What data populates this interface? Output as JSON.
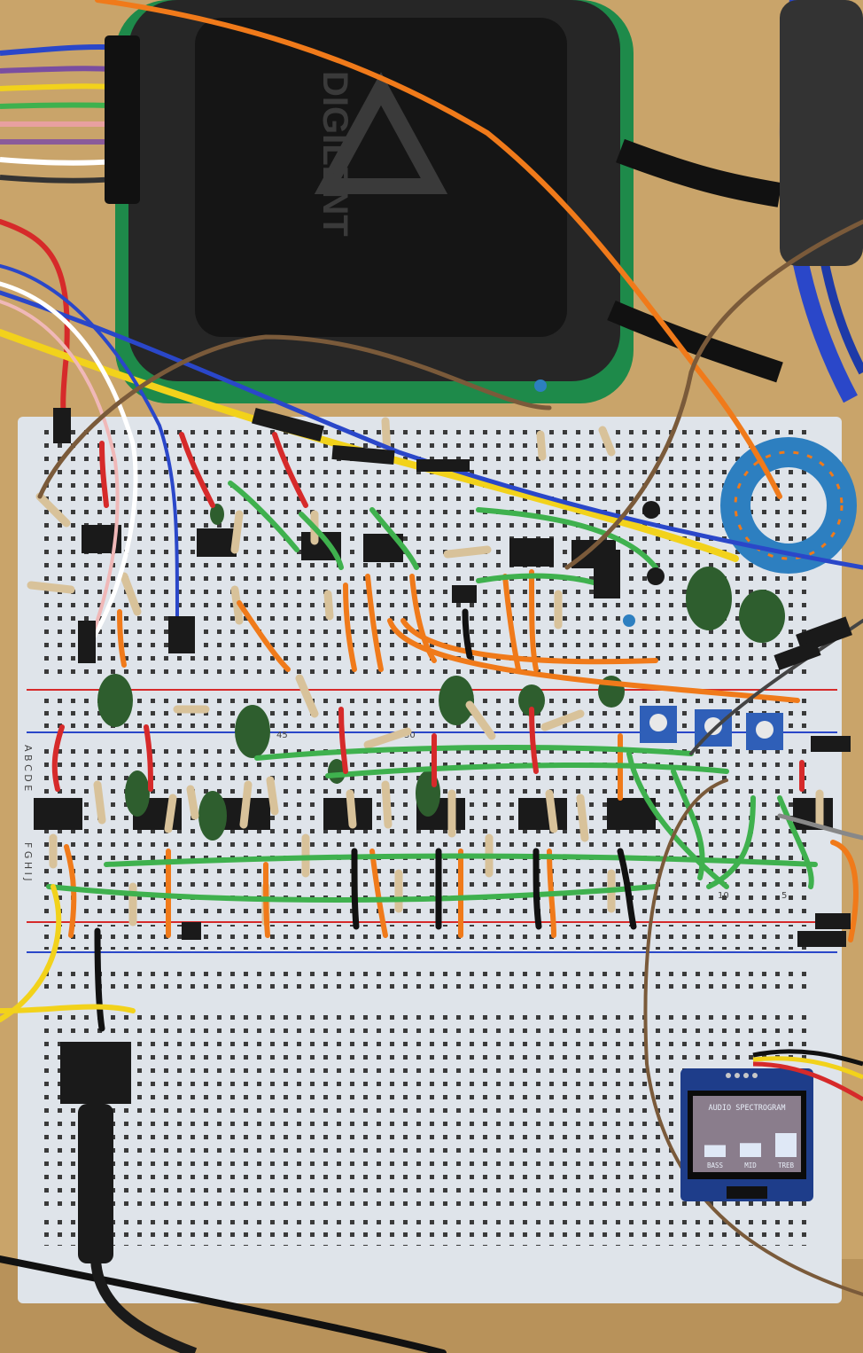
{
  "device": {
    "brand": "DIGILENT"
  },
  "oled": {
    "title": "AUDIO SPECTROGRAM",
    "bands": [
      {
        "label": "BASS",
        "level": 0.3
      },
      {
        "label": "MID",
        "level": 0.35
      },
      {
        "label": "TREB",
        "level": 0.6
      }
    ]
  },
  "breadboard": {
    "row_letters_top": "A B C D E",
    "row_letters_bottom": "F G H I J",
    "col_labels": [
      "45",
      "30",
      "10",
      "5"
    ]
  },
  "colors": {
    "table": "#c9a46a",
    "board": "#dfe4ea",
    "device_case": "#1e8a4a",
    "wire_orange": "#f07a1a",
    "wire_green": "#3fb14e",
    "wire_red": "#d62a2a",
    "wire_yellow": "#f2d21b",
    "wire_blue": "#2a47c9",
    "wire_brown": "#7a5a3a",
    "oled_screen": "#8a7d8c"
  }
}
